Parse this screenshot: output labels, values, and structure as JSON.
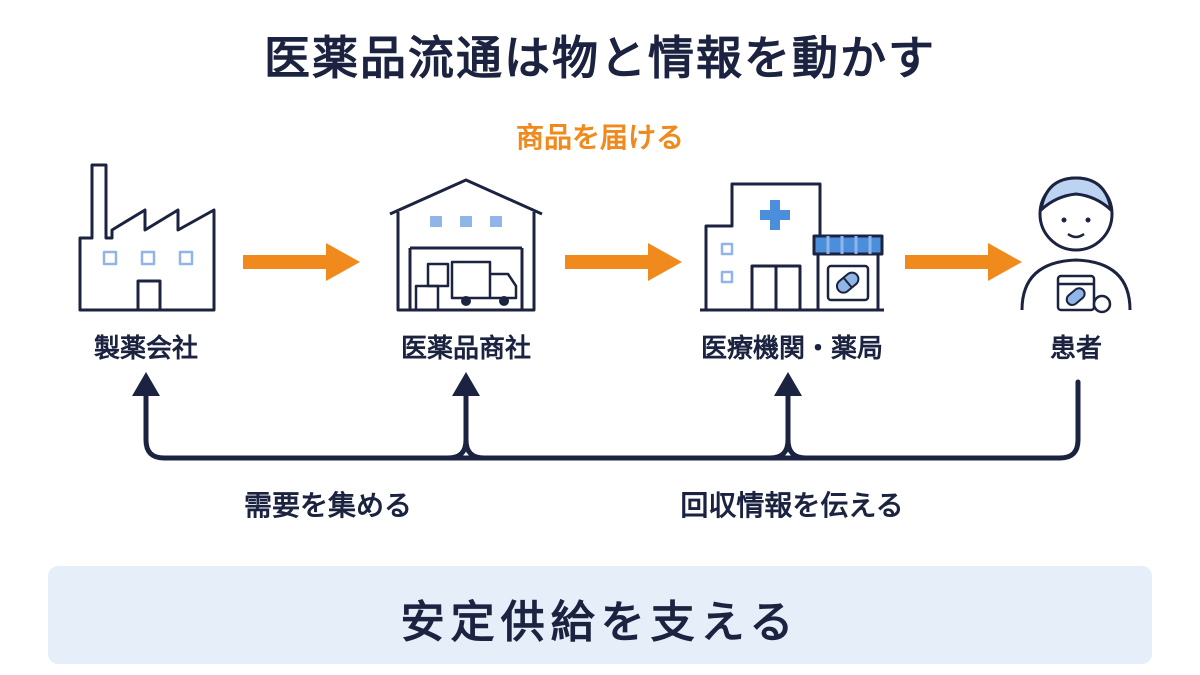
{
  "title": "医薬品流通は物と情報を動かす",
  "subtitle": "商品を届ける",
  "nodes": [
    {
      "label": "製薬会社",
      "icon": "factory-icon"
    },
    {
      "label": "医薬品商社",
      "icon": "warehouse-icon"
    },
    {
      "label": "医療機関・薬局",
      "icon": "hospital-pharmacy-icon"
    },
    {
      "label": "患者",
      "icon": "patient-icon"
    }
  ],
  "flows": {
    "demand": "需要を集める",
    "recall": "回収情報を伝える"
  },
  "footer": "安定供給を支える",
  "colors": {
    "navy": "#1b2340",
    "orange": "#f08a1c",
    "light_blue": "#8fb6e6",
    "footer_bg": "#e6eef9"
  }
}
